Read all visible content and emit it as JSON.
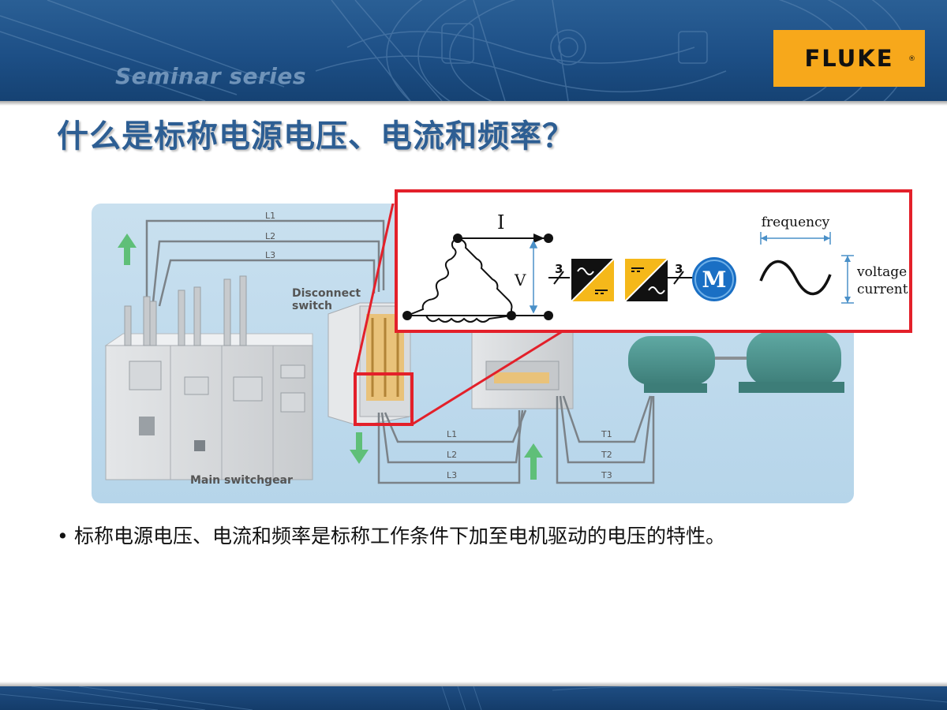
{
  "header": {
    "series_label": "Seminar series",
    "logo_text": "FLUKE",
    "logo_mark": "®"
  },
  "title": "什么是标称电源电压、电流和频率？",
  "diagram": {
    "lines_top": [
      "L1",
      "L2",
      "L3"
    ],
    "lines_bottom_left": [
      "L1",
      "L2",
      "L3"
    ],
    "lines_bottom_right": [
      "T1",
      "T2",
      "T3"
    ],
    "disconnect_label_1": "Disconnect",
    "disconnect_label_2": "switch",
    "switchgear_label": "Main switchgear"
  },
  "inset": {
    "current_symbol": "I",
    "voltage_symbol": "V",
    "phase_count_1": "3",
    "phase_count_2": "3",
    "motor_symbol": "M",
    "frequency_label": "frequency",
    "voltage_label": "voltage",
    "current_label": "current"
  },
  "bullet": {
    "marker": "•",
    "text": "标称电源电压、电流和频率是标称工作条件下加至电机驱动的电压的特性。"
  },
  "colors": {
    "header_blue": "#1d4f86",
    "logo_orange": "#f7a81b",
    "title_blue": "#2d5e93",
    "inset_red": "#e3202a",
    "motor_blue": "#1a6fc4",
    "drive_yellow": "#f5b81a"
  }
}
